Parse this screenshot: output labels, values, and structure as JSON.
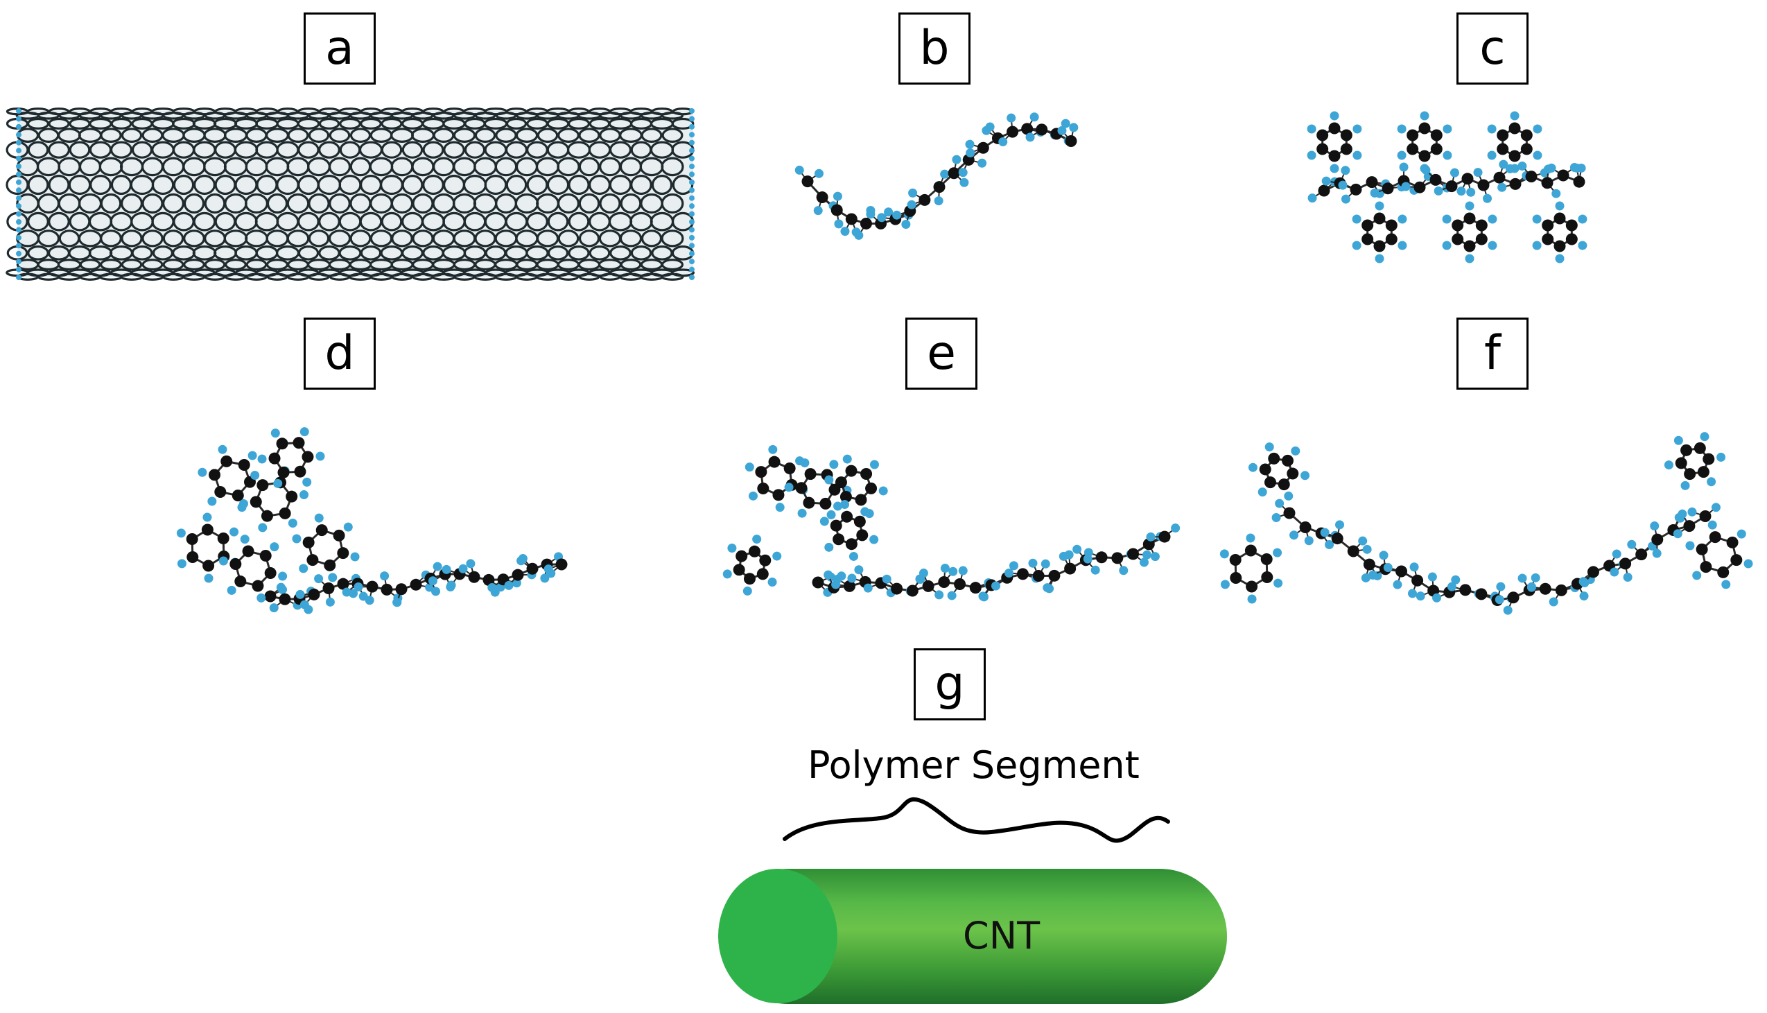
{
  "panels": [
    {
      "id": "a",
      "label": "a"
    },
    {
      "id": "b",
      "label": "b"
    },
    {
      "id": "c",
      "label": "c"
    },
    {
      "id": "d",
      "label": "d"
    },
    {
      "id": "e",
      "label": "e"
    },
    {
      "id": "f",
      "label": "f"
    },
    {
      "id": "g",
      "label": "g"
    }
  ],
  "schematic": {
    "polymer_label": "Polymer Segment",
    "tube_label": "CNT",
    "tube_color": "#4caf3a",
    "tube_cap_color": "#2eb34a"
  },
  "colors": {
    "carbon": "#111111",
    "hydrogen": "#3ea6d6",
    "bond": "#2a2a2a",
    "nanotube_lattice": "#1f2a2e"
  }
}
